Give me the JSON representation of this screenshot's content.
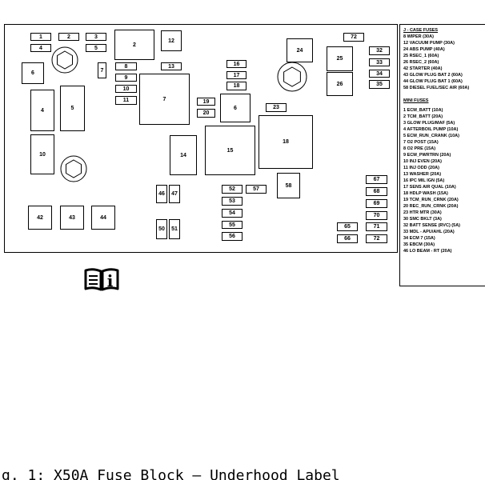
{
  "fuse_block": {
    "labels": [
      "1",
      "2",
      "3",
      "4",
      "5",
      "6",
      "7",
      "2",
      "12",
      "13",
      "8",
      "9",
      "10",
      "11",
      "7",
      "4",
      "5",
      "10",
      "14",
      "19",
      "20",
      "6",
      "15",
      "16",
      "17",
      "18",
      "23",
      "18",
      "24",
      "25",
      "26",
      "72",
      "32",
      "33",
      "34",
      "35",
      "46",
      "47",
      "52",
      "57",
      "58",
      "53",
      "54",
      "55",
      "56",
      "50",
      "51",
      "42",
      "43",
      "44",
      "67",
      "68",
      "69",
      "70",
      "71",
      "72",
      "65",
      "66"
    ]
  },
  "legend": {
    "jcase_title": "J - CASE FUSES",
    "jcase_items": [
      "8  WIPER (30A)",
      "12 VACUUM PUMP (30A)",
      "24 ABS PUMP (40A)",
      "25 RSEC_1 (60A)",
      "26 RSEC_2 (60A)",
      "42 STARTER (40A)",
      "43 GLOW PLUG BAT 2 (60A)",
      "44 GLOW PLUG BAT 1 (60A)",
      "58 DIESEL FUEL/SEC AIR (60A)"
    ],
    "mini_title": "MINI FUSES",
    "mini_items": [
      "1  ECM_BATT (10A)",
      "2  TCM_BATT (20A)",
      "3  GLOW PLUG/MAF (5A)",
      "4  AFTERBOIL PUMP (10A)",
      "5  ECM_RUN_CRANK (10A)",
      "7  O2 POST (15A)",
      "8  O2 PRE (15A)",
      "9  ECM_PWRTRN (20A)",
      "10 INJ EVEN (20A)",
      "11 INJ ODD (20A)",
      "13 WASHER (20A)",
      "16 IPC MIL IGN (5A)",
      "17 SENS AIR QUAL (10A)",
      "18 HDLP WASH (15A)",
      "19 TCM_RUN_CRNK (20A)",
      "20 REC_RUN_CRNK (20A)",
      "23 HTR MTR (30A)",
      "30 SMC BKLT (3A)",
      "32 BATT SENSE (RVC) (5A)",
      "33 MDL - APU/AHL (20A)",
      "34 ECM 7 (15A)",
      "35 EBCM (30A)",
      "46 LO BEAM - RT (20A)"
    ]
  },
  "info_icon": {
    "icon": "info-book-icon",
    "glyph": "i"
  },
  "caption": "g. 1: X50A Fuse Block – Underhood Label"
}
